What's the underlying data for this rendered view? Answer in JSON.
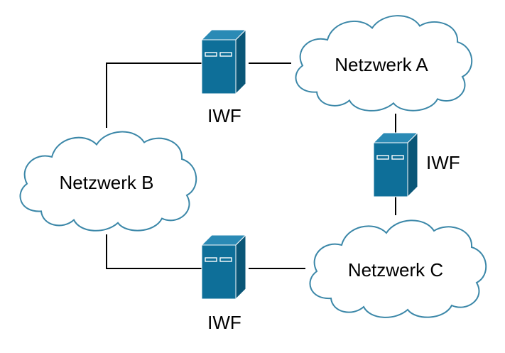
{
  "colors": {
    "server_front": "#0e6f99",
    "server_side": "#0a5677",
    "server_top": "#2a8ab5",
    "server_edge": "#ffffff",
    "cloud_stroke": "#3b87a8",
    "line": "#000000"
  },
  "icons": {
    "server": "server-icon",
    "cloud": "cloud-icon"
  },
  "networks": {
    "a": {
      "label": "Netzwerk A"
    },
    "b": {
      "label": "Netzwerk B"
    },
    "c": {
      "label": "Netzwerk C"
    }
  },
  "iwf": {
    "top": {
      "label": "IWF"
    },
    "right": {
      "label": "IWF"
    },
    "bottom": {
      "label": "IWF"
    }
  }
}
